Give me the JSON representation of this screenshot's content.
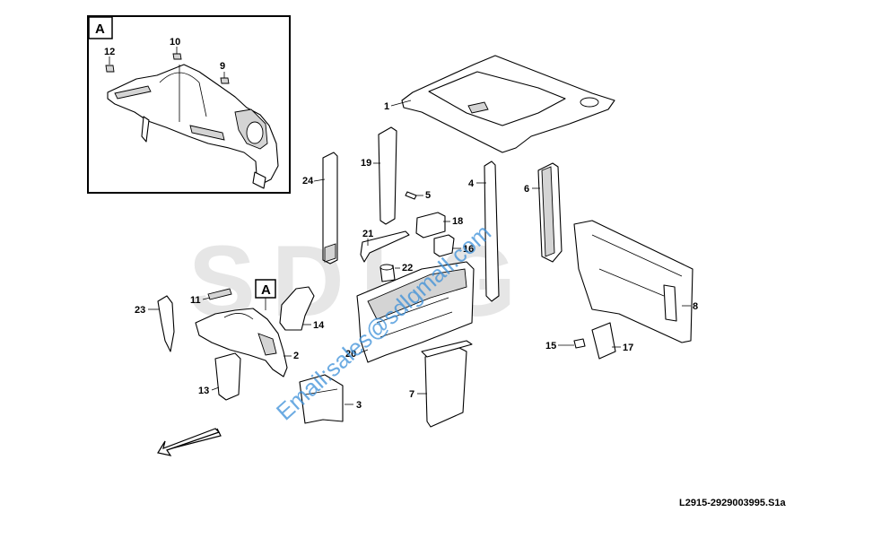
{
  "watermark": {
    "brand_letters": "SDLG",
    "email": "Email:sales@sdlgmall.com"
  },
  "detail_view": {
    "tag": "A",
    "callouts": [
      "12",
      "10",
      "9"
    ]
  },
  "detail_marker": {
    "tag": "A"
  },
  "callouts": [
    "1",
    "24",
    "19",
    "5",
    "4",
    "6",
    "18",
    "21",
    "16",
    "22",
    "8",
    "11",
    "23",
    "14",
    "2",
    "20",
    "15",
    "17",
    "13",
    "7",
    "3"
  ],
  "reference_code": "L2915-2929003995.S1a"
}
